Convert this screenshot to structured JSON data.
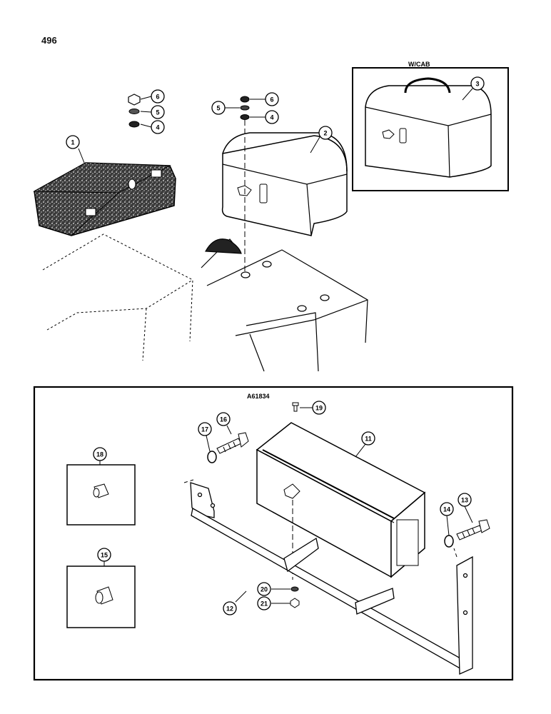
{
  "page_number": "496",
  "cab_label": "W/CAB",
  "illustration_id": "A61834",
  "callouts": {
    "c1": "1",
    "c2": "2",
    "c3": "3",
    "c4a": "4",
    "c4b": "4",
    "c5a": "5",
    "c5b": "5",
    "c6a": "6",
    "c6b": "6",
    "c11": "11",
    "c12": "12",
    "c13": "13",
    "c14": "14",
    "c15": "15",
    "c16": "16",
    "c17": "17",
    "c18": "18",
    "c19": "19",
    "c20": "20",
    "c21": "21"
  }
}
